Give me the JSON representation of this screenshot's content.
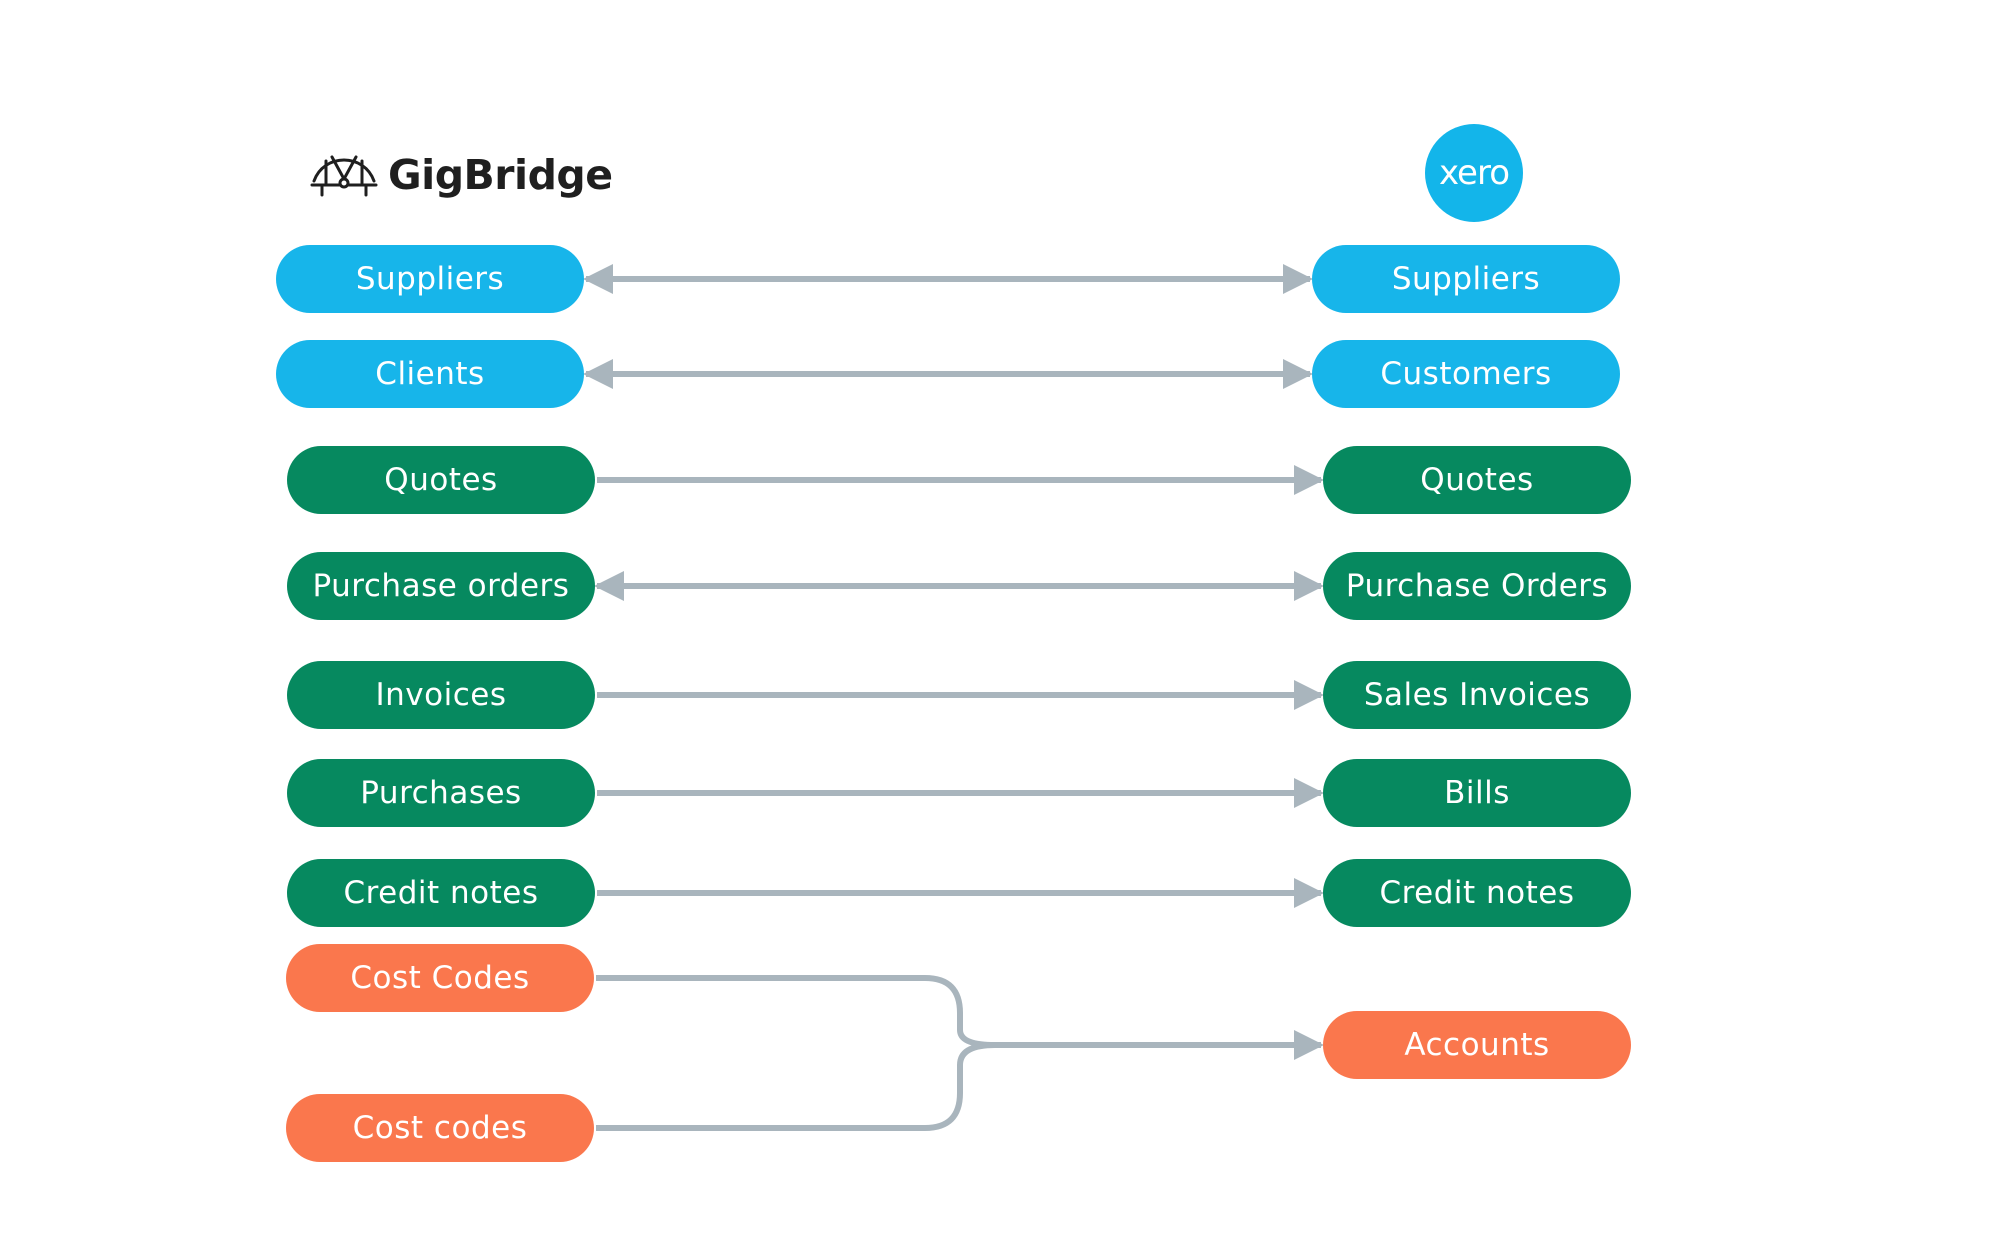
{
  "colors": {
    "blue": "#17b5ea",
    "green": "#06895f",
    "orange": "#fa774d",
    "connector": "#a9b5bd",
    "xero": "#13b5ea"
  },
  "brands": {
    "left": {
      "name": "GigBridge",
      "icon": "bridge-icon"
    },
    "right": {
      "name": "xero",
      "icon": "xero-logo"
    }
  },
  "rows": [
    {
      "left": "Suppliers",
      "right": "Suppliers",
      "color": "blue",
      "direction": "both"
    },
    {
      "left": "Clients",
      "right": "Customers",
      "color": "blue",
      "direction": "both"
    },
    {
      "left": "Quotes",
      "right": "Quotes",
      "color": "green",
      "direction": "right"
    },
    {
      "left": "Purchase orders",
      "right": "Purchase Orders",
      "color": "green",
      "direction": "both"
    },
    {
      "left": "Invoices",
      "right": "Sales Invoices",
      "color": "green",
      "direction": "right"
    },
    {
      "left": "Purchases",
      "right": "Bills",
      "color": "green",
      "direction": "right"
    },
    {
      "left": "Credit notes",
      "right": "Credit notes",
      "color": "green",
      "direction": "right"
    }
  ],
  "merge": {
    "sources": [
      "Cost Codes",
      "Cost codes"
    ],
    "target": "Accounts",
    "color": "orange",
    "direction": "right"
  }
}
